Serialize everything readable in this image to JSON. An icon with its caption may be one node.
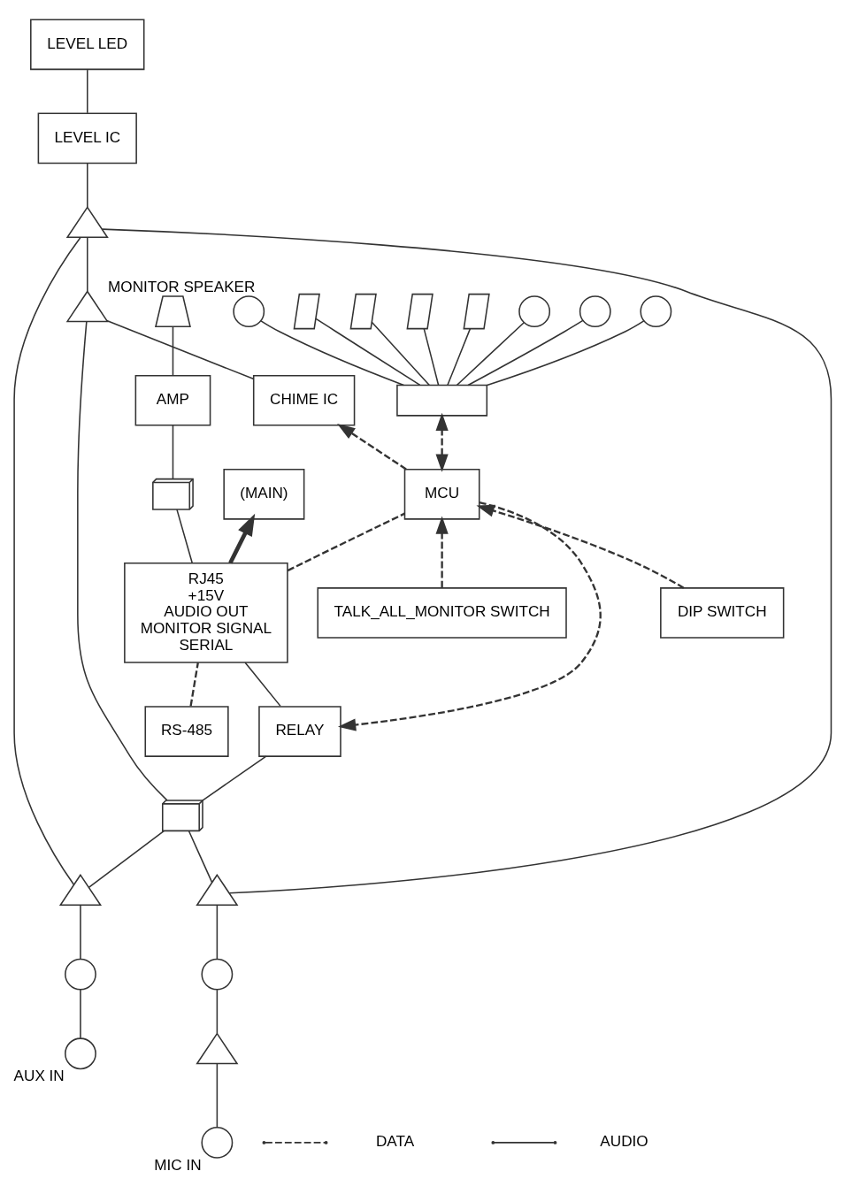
{
  "diagram": {
    "nodes": [
      {
        "text": [
          "LEVEL LED"
        ]
      },
      {
        "text": [
          "RJ45",
          "+15V",
          "AUDIO OUT",
          "MONITOR SIGNAL",
          "SERIAL"
        ]
      },
      {
        "text": [
          "(MAIN)"
        ]
      },
      {
        "text": [
          "RS-485"
        ]
      },
      {
        "text": [],
        "shape": "box"
      },
      {
        "text": [],
        "shape": "circle"
      },
      {
        "text": [],
        "shape": "circle"
      },
      {
        "text": [],
        "shape": "circle"
      },
      {
        "text": [],
        "shape": "circle"
      },
      {
        "text": [],
        "shape": "switch"
      },
      {
        "text": [],
        "shape": "switch"
      },
      {
        "text": [],
        "shape": "switch"
      },
      {
        "text": [],
        "shape": "switch"
      },
      {
        "text": [],
        "shape": "transformer"
      },
      {
        "text": [
          "AMP"
        ]
      },
      {
        "text": [],
        "shape": "speaker",
        "beside": [
          "MONITOR SPEAKER"
        ]
      },
      {
        "text": [
          "LEVEL IC"
        ]
      },
      {
        "text": [
          "RELAY"
        ]
      },
      {
        "text": [
          "MCU"
        ]
      },
      {
        "text": [],
        "shape": "transformer"
      },
      {
        "text": [],
        "shape": "triangle"
      },
      {
        "text": [],
        "shape": "triangle"
      },
      {
        "text": [],
        "shape": "triangle"
      },
      {
        "text": [],
        "shape": "triangle"
      },
      {
        "text": [],
        "shape": "circle"
      },
      {
        "text": [],
        "shape": "circle"
      },
      {
        "text": [],
        "shape": "circle",
        "beside": [
          "AUX IN"
        ]
      },
      {
        "text": [],
        "shape": "triangle"
      },
      {
        "text": [],
        "shape": "circle",
        "beside": [
          "MIC IN"
        ]
      },
      {
        "text": [
          "CHIME IC"
        ]
      },
      {
        "text": [
          "DIP SWITCH"
        ]
      },
      {
        "text": [
          "TALK_ALL_MONITOR SWITCH"
        ]
      }
    ],
    "edges": [
      {
        "from": 16,
        "to": 0,
        "arrow": "none"
      },
      {
        "from": 20,
        "to": 16,
        "arrow": "none"
      },
      {
        "from": 21,
        "to": 20,
        "arrow": "none"
      },
      {
        "from": 22,
        "to": 20,
        "arrow": "none"
      },
      {
        "from": 23,
        "to": 20,
        "arrow": "none"
      },
      {
        "from": 21,
        "to": 19,
        "arrow": "none"
      },
      {
        "from": 22,
        "to": 19,
        "arrow": "none"
      },
      {
        "from": 23,
        "to": 19,
        "arrow": "none"
      },
      {
        "from": 19,
        "to": 17,
        "arrow": "none"
      },
      {
        "from": 17,
        "to": 1,
        "arrow": "none"
      },
      {
        "from": 1,
        "to": 2,
        "arrow": "to",
        "style": "thick"
      },
      {
        "from": 3,
        "to": 1,
        "arrow": "none",
        "style": "dashed"
      },
      {
        "from": 1,
        "to": 13,
        "arrow": "none"
      },
      {
        "from": 13,
        "to": 14,
        "arrow": "none"
      },
      {
        "from": 14,
        "to": 15,
        "arrow": "none"
      },
      {
        "from": 1,
        "to": 18,
        "arrow": "none",
        "style": "dashed"
      },
      {
        "from": 18,
        "to": 17,
        "arrow": "to",
        "style": "dashed"
      },
      {
        "from": 18,
        "to": 4,
        "arrow": "both",
        "style": "dashed"
      },
      {
        "from": 4,
        "to": 5,
        "arrow": "none"
      },
      {
        "from": 4,
        "to": 6,
        "arrow": "none"
      },
      {
        "from": 4,
        "to": 7,
        "arrow": "none"
      },
      {
        "from": 4,
        "to": 8,
        "arrow": "none"
      },
      {
        "from": 4,
        "to": 9,
        "arrow": "none"
      },
      {
        "from": 4,
        "to": 10,
        "arrow": "none"
      },
      {
        "from": 4,
        "to": 11,
        "arrow": "none"
      },
      {
        "from": 4,
        "to": 12,
        "arrow": "none"
      },
      {
        "from": 30,
        "to": 18,
        "arrow": "to",
        "style": "dashed"
      },
      {
        "from": 31,
        "to": 18,
        "arrow": "to",
        "style": "dashed"
      },
      {
        "from": 18,
        "to": 29,
        "arrow": "to",
        "style": "dashed"
      },
      {
        "from": 29,
        "to": 23,
        "arrow": "none"
      },
      {
        "from": 24,
        "to": 21,
        "arrow": "none"
      },
      {
        "from": 26,
        "to": 24,
        "arrow": "none"
      },
      {
        "from": 25,
        "to": 22,
        "arrow": "none"
      },
      {
        "from": 27,
        "to": 25,
        "arrow": "none"
      },
      {
        "from": 28,
        "to": 27,
        "arrow": "none"
      }
    ],
    "legend": [
      {
        "text": "DATA"
      },
      {
        "text": "AUDIO"
      }
    ]
  }
}
